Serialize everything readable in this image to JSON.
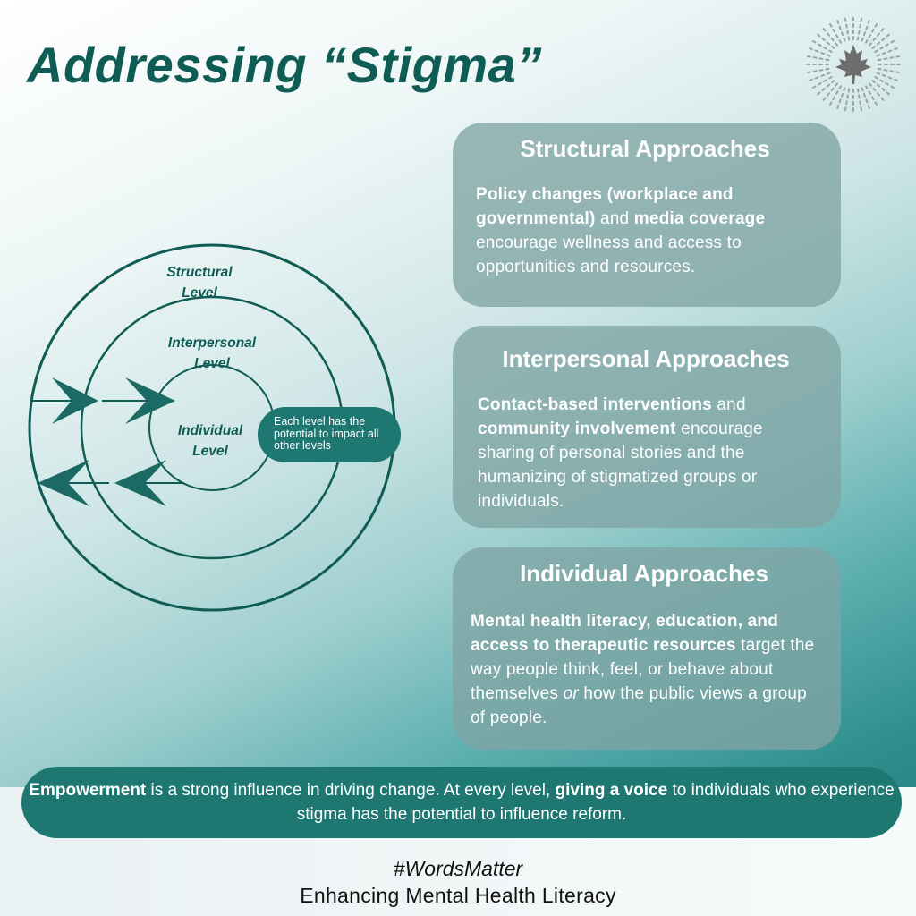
{
  "title": "Addressing “Stigma”",
  "logo": {
    "icon": "maple-leaf-icon"
  },
  "diagram": {
    "rings": [
      {
        "label": "Structural\nLevel"
      },
      {
        "label": "Interpersonal\nLevel"
      },
      {
        "label": "Individual\nLevel"
      }
    ],
    "note": "Each level has the potential to impact all other levels",
    "arrows_icon": "double-arrow-icon"
  },
  "cards": [
    {
      "heading": "Structural Approaches",
      "bold1": "Policy changes (workplace and governmental)",
      "text1": " and ",
      "bold2": "media coverage",
      "text2": " encourage wellness and access to opportunities and resources."
    },
    {
      "heading": "Interpersonal Approaches",
      "bold1": "Contact-based interventions",
      "text1": " and ",
      "bold2": "community involvement",
      "text2": " encourage sharing of personal stories and the humanizing of stigmatized groups or individuals."
    },
    {
      "heading": "Individual Approaches",
      "bold1": "Mental health literacy, education, and access to therapeutic resources",
      "text1": " target the way people think, feel, or behave about themselves ",
      "italic1": "or",
      "text2": " how the public views a group of people."
    }
  ],
  "empowerment": {
    "bold1": "Empowerment",
    "text1": " is a strong influence in driving change. At every level, ",
    "bold2": "giving a voice",
    "text2": " to individuals who experience stigma has the potential to influence reform."
  },
  "footer": {
    "hashtag": "#WordsMatter",
    "tagline": "Enhancing Mental Health Literacy"
  },
  "colors": {
    "primary": "#0f5c55",
    "pill": "#1f7772",
    "card": "#80a4a4"
  }
}
